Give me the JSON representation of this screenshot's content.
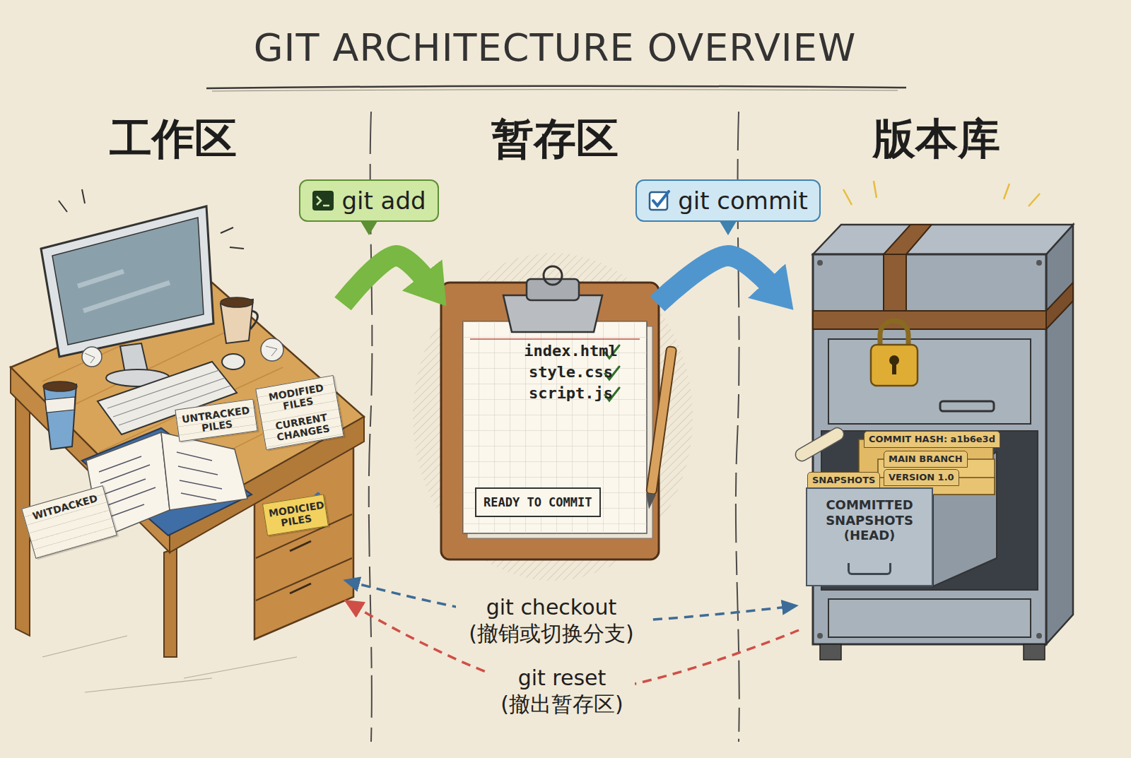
{
  "diagram": {
    "title": "GIT ARCHITECTURE OVERVIEW",
    "nodes": [
      {
        "text": [
          "工作区"
        ]
      },
      {
        "text": [
          "UNTRACKED PILES"
        ],
        "in": 0
      },
      {
        "text": [
          "MODIFIED FILES",
          "CURRENT CHANGES"
        ],
        "in": 0
      },
      {
        "text": [
          "WITDACKED"
        ],
        "in": 0
      },
      {
        "text": [
          "MODICIED PILES"
        ],
        "in": 0
      },
      {
        "text": [
          "暂存区"
        ]
      },
      {
        "text": [
          "index.html",
          "style.css",
          "script.js"
        ],
        "in": 5
      },
      {
        "text": [
          "READY TO COMMIT"
        ],
        "in": 6
      },
      {
        "text": [
          "版本库"
        ]
      },
      {
        "text": [
          "COMMIT HASH: a1b6e3d"
        ],
        "in": 8
      },
      {
        "text": [
          "MAIN BRANCH"
        ],
        "in": 8
      },
      {
        "text": [
          "SNAPSHOTS"
        ],
        "in": 8
      },
      {
        "text": [
          "VERSION 1.0"
        ],
        "in": 8
      },
      {
        "text": [
          "COMMITTED SNAPSHOTS (HEAD)"
        ],
        "in": 8
      }
    ],
    "edges": [
      {
        "from": 0,
        "to": 5,
        "label": "git add",
        "arrow": "to"
      },
      {
        "from": 5,
        "to": 8,
        "label": "git commit",
        "arrow": "to"
      },
      {
        "from": 8,
        "to": 0,
        "label": "git checkout (撤销或切换分支)",
        "arrow": "both"
      },
      {
        "from": 8,
        "to": 0,
        "label": "git reset (撤出暂存区)",
        "arrow": "to"
      }
    ]
  }
}
